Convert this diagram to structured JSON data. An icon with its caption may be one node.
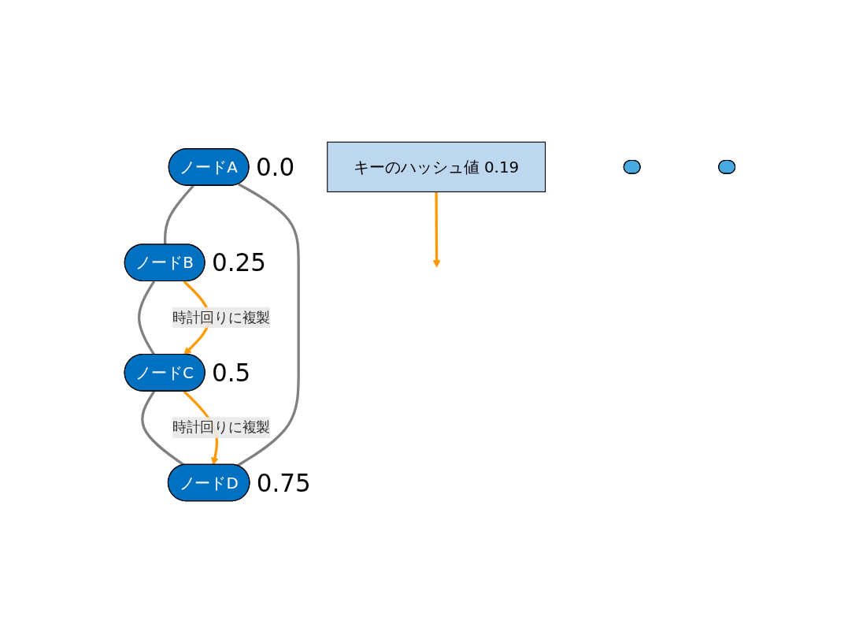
{
  "diagram": {
    "nodes": [
      {
        "text": [
          "ノードA"
        ],
        "beside": [
          "0.0"
        ]
      },
      {
        "text": [
          "ノードB"
        ],
        "beside": [
          "0.25"
        ]
      },
      {
        "text": [
          "ノードC"
        ],
        "beside": [
          "0.5"
        ]
      },
      {
        "text": [
          "ノードD"
        ],
        "beside": [
          "0.75"
        ]
      },
      {
        "text": [
          "キーのハッシュ値 0.19"
        ]
      },
      {
        "text": [],
        "shape": "ellipse"
      },
      {
        "text": [],
        "shape": "ellipse"
      }
    ],
    "edges": [
      {
        "from": 0,
        "to": 1,
        "arrow": "none"
      },
      {
        "from": 1,
        "to": 2,
        "arrow": "none"
      },
      {
        "from": 2,
        "to": 3,
        "arrow": "none"
      },
      {
        "from": 3,
        "to": 0,
        "arrow": "none"
      },
      {
        "from": 1,
        "to": 2,
        "label": "時計回りに複製",
        "arrow": "to",
        "color": "#ff9900"
      },
      {
        "from": 2,
        "to": 3,
        "label": "時計回りに複製",
        "arrow": "to",
        "color": "#ff9900"
      },
      {
        "from": 4,
        "to": null,
        "arrow": "to",
        "color": "#ff9900"
      }
    ]
  }
}
